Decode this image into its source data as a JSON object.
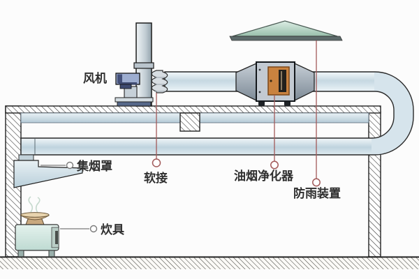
{
  "diagram": {
    "labels": {
      "fan": "风机",
      "smoke_hood": "集烟罩",
      "flexible_joint": "软接",
      "oil_fume_purifier": "油烟净化器",
      "rain_guard": "防雨装置",
      "cooker": "炊具"
    },
    "colors": {
      "duct_fill": "#d6e4ec",
      "purifier_door": "#c9823f",
      "rain_cap": "#a8cdb9",
      "callout_line_red": "#a25a5a",
      "callout_line_grey": "#7a7a7a",
      "hatch_line": "#3a3a3a",
      "stove_body": "#d4e9e2",
      "fan_motor": "#9dadd0"
    }
  }
}
